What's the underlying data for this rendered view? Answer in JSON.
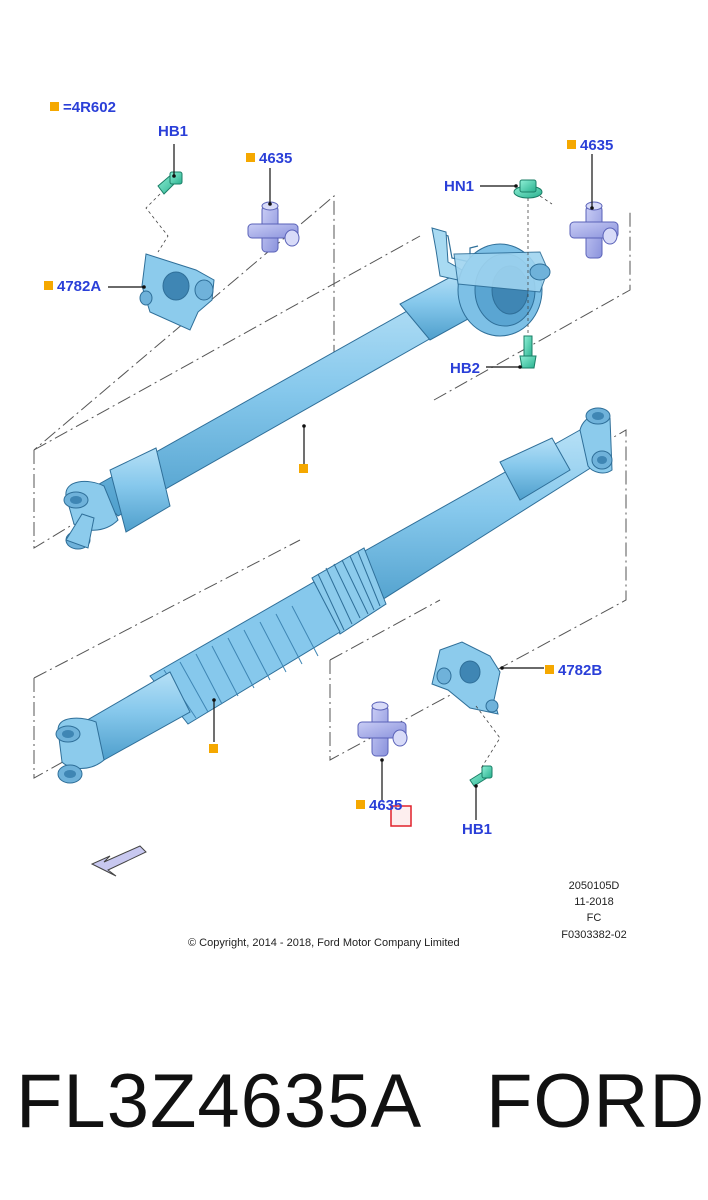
{
  "legend": {
    "key": "=4R602"
  },
  "callouts": {
    "hb1_top": "HB1",
    "u_joint_top_left": "4635",
    "flange_4782a": "4782A",
    "hn1": "HN1",
    "u_joint_top_right": "4635",
    "hb2": "HB2",
    "flange_4782b": "4782B",
    "u_joint_bottom": "4635",
    "hb1_bottom": "HB1"
  },
  "drawing_info": {
    "number": "2050105D",
    "date": "11-2018",
    "code": "FC",
    "ref": "F0303382-02"
  },
  "copyright": "© Copyright, 2014 - 2018, Ford Motor Company Limited",
  "footer": {
    "part_number": "FL3Z4635A",
    "brand": "FORD"
  },
  "colors": {
    "callout_text": "#2a3fd8",
    "marker": "#f5a800",
    "part_fill": "#7fc3e8",
    "part_shadow": "#4f9fcc",
    "highlight_box": "#e0202a"
  }
}
